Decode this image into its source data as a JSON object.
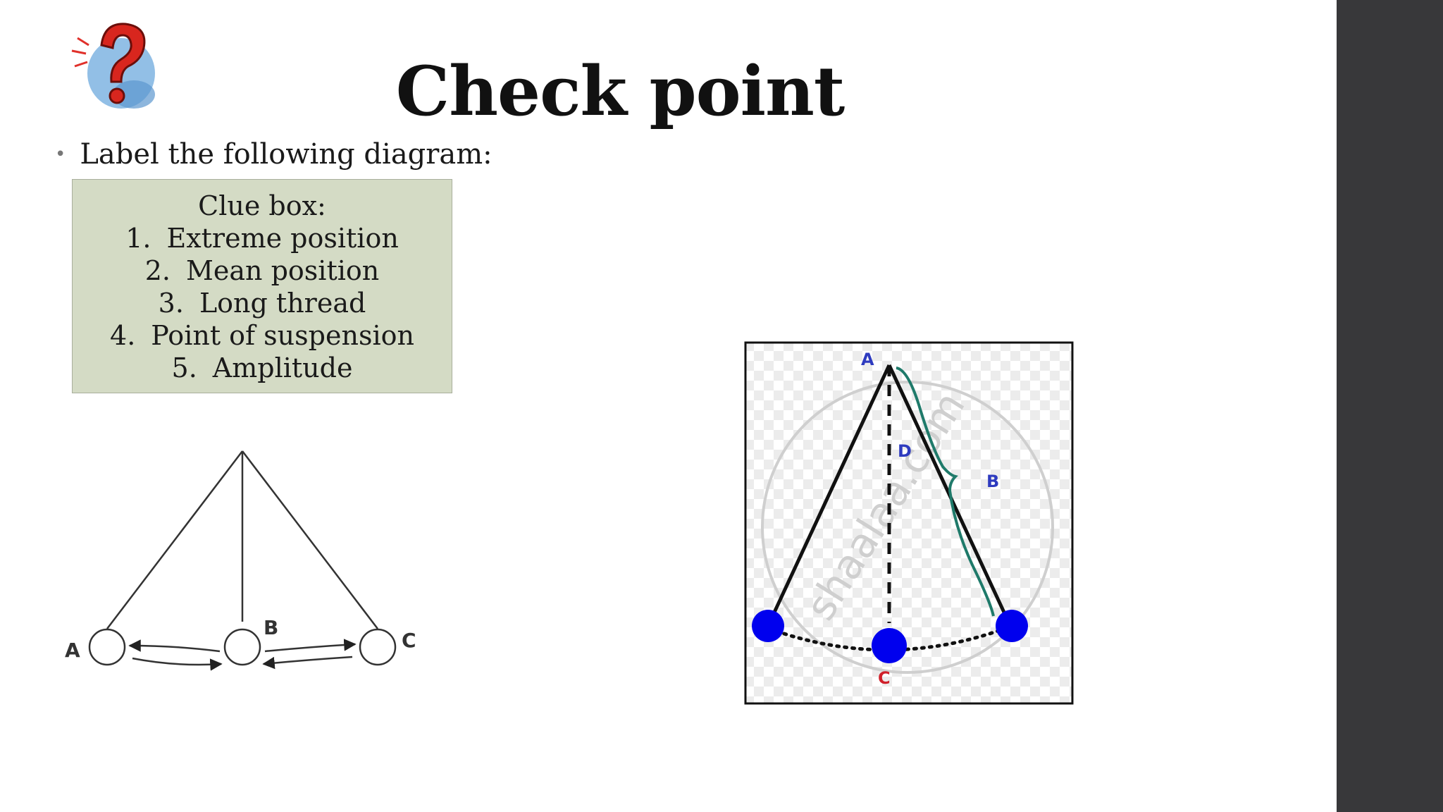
{
  "slide": {
    "title": "Check point",
    "instruction": "Label the following diagram:",
    "bullet_glyph": "•",
    "logo_icon": "question-mark-icon"
  },
  "clue_box": {
    "title": "Clue box:",
    "items": [
      {
        "num": "1.",
        "label": "Extreme position"
      },
      {
        "num": "2.",
        "label": "Mean position"
      },
      {
        "num": "3.",
        "label": "Long thread"
      },
      {
        "num": "4.",
        "label": "Point of suspension"
      },
      {
        "num": "5.",
        "label": "Amplitude"
      }
    ],
    "background": "#d4dbc5"
  },
  "diagram_left": {
    "labels": {
      "a": "A",
      "b": "B",
      "c": "C"
    }
  },
  "diagram_right": {
    "labels": {
      "a": "A",
      "b": "B",
      "c": "C",
      "d": "D"
    },
    "watermark": "shaalaa.com",
    "bob_color": "#0000ee",
    "thread_arc_color": "#1f7a6a",
    "label_blue": "#2e3bbf",
    "label_red": "#d0202a"
  },
  "colors": {
    "sidebar": "#38383a",
    "text": "#1a1a1a"
  }
}
